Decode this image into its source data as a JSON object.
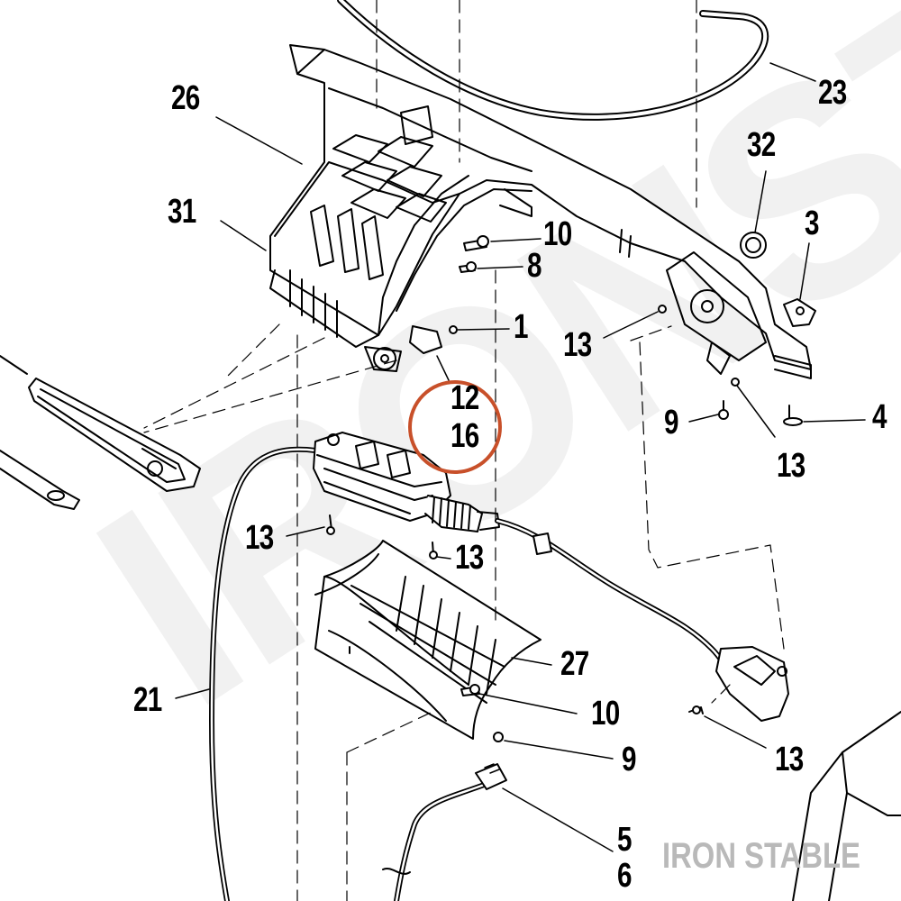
{
  "watermark": "IRONSTA",
  "brand": "IRON STABLE",
  "highlight_color": "#c8502a",
  "callouts": {
    "c26": "26",
    "c31": "31",
    "c23": "23",
    "c32": "32",
    "c3": "3",
    "c10_top": "10",
    "c8": "8",
    "c1": "1",
    "c13_a": "13",
    "c9_a": "9",
    "c4": "4",
    "c13_b": "13",
    "c12": "12",
    "c16": "16",
    "c13_c": "13",
    "c13_d": "13",
    "c27": "27",
    "c21": "21",
    "c10_bottom": "10",
    "c9_b": "9",
    "c13_e": "13",
    "c5": "5",
    "c6": "6"
  }
}
